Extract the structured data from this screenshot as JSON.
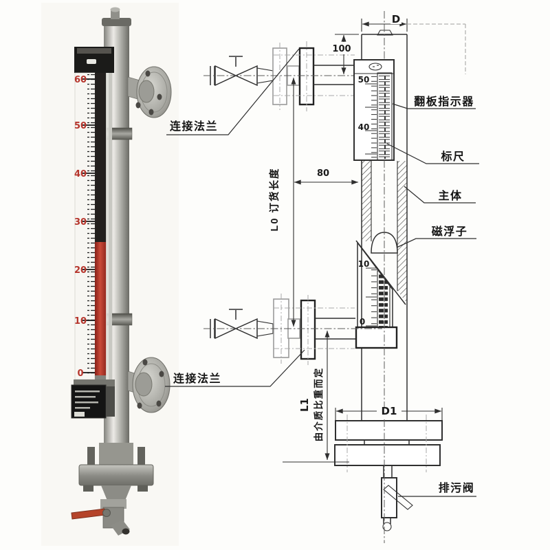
{
  "photo": {
    "scale_numbers": [
      "60",
      "50",
      "40",
      "30",
      "20",
      "10",
      "0"
    ]
  },
  "drawing": {
    "callouts": {
      "upper_flange": "连接法兰",
      "lower_flange": "连接法兰",
      "flap_indicator": "翻板指示器",
      "ruler": "标尺",
      "main_body": "主体",
      "magnetic_float": "磁浮子",
      "drain_valve": "排污阀"
    },
    "dimensions": {
      "d": "D",
      "top_offset": "100",
      "side_offset": "80",
      "order_length": "L0 订货长度",
      "l1": "L1",
      "l1_note": "由介质比重而定",
      "d1": "D1"
    },
    "scale_upper": [
      "50",
      "40"
    ],
    "scale_lower": [
      "10",
      "0"
    ]
  },
  "colors": {
    "drawing_line": "#2f2f2f",
    "photo_scale_red": "#b6352c",
    "valve_handle_red": "#b5442a",
    "background": "#fdfdfb"
  }
}
